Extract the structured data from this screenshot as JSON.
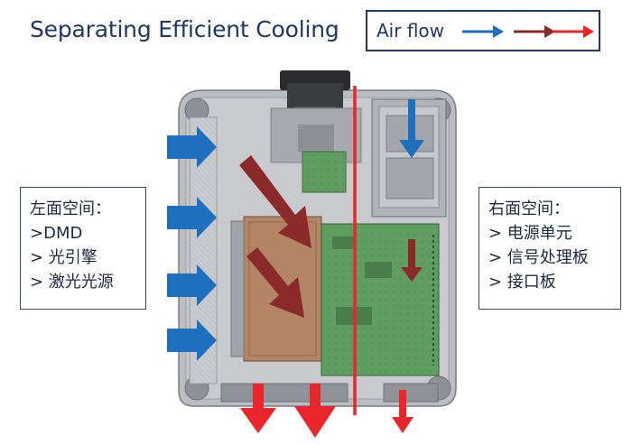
{
  "title": "Separating Efficient Cooling",
  "legend": {
    "label": "Air flow",
    "arrow_colors": {
      "blue": "#1f6fbf",
      "brown": "#8b2a2a",
      "red": "#e8262b"
    }
  },
  "left_panel": {
    "heading": "左面空间：",
    "items": [
      ">DMD",
      "> 光引擎",
      "> 激光光源"
    ]
  },
  "right_panel": {
    "heading": "右面空间：",
    "items": [
      "> 电源单元",
      "> 信号处理板",
      "> 接口板"
    ]
  },
  "colors": {
    "title": "#1f3864",
    "divider": "#e8262b",
    "intake_arrow": "#1f6fbf",
    "internal_arrow": "#8b2a2a",
    "exhaust_arrow": "#e8262b",
    "casing": "#b4b7bc",
    "board_green": "#5d9a5f",
    "engine_brown": "#b88a6b"
  }
}
